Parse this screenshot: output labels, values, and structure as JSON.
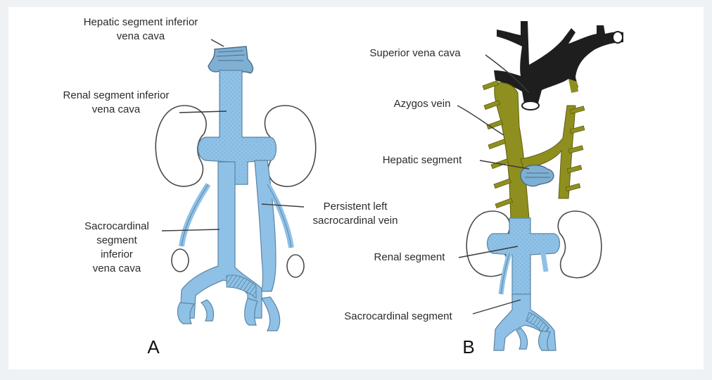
{
  "colors": {
    "background": "#eef2f4",
    "canvas": "#ffffff",
    "vein_blue": "#8fc1e6",
    "vein_blue_dark": "#6aa3cf",
    "azygos_olive": "#8f8f1f",
    "svc_black": "#1e1e1e",
    "outline": "#4a4a4a"
  },
  "panel_a": {
    "letter": "A",
    "labels": {
      "hepatic_line1": "Hepatic segment inferior",
      "hepatic_line2": "vena cava",
      "renal_line1": "Renal segment inferior",
      "renal_line2": "vena cava",
      "persistent_line1": "Persistent left",
      "persistent_line2": "sacrocardinal vein",
      "sacro_line1": "Sacrocardinal",
      "sacro_line2": "segment",
      "sacro_line3": "inferior",
      "sacro_line4": "vena cava"
    }
  },
  "panel_b": {
    "letter": "B",
    "labels": {
      "svc": "Superior vena cava",
      "azygos": "Azygos vein",
      "hepatic": "Hepatic segment",
      "renal": "Renal segment",
      "sacro": "Sacrocardinal segment"
    }
  }
}
